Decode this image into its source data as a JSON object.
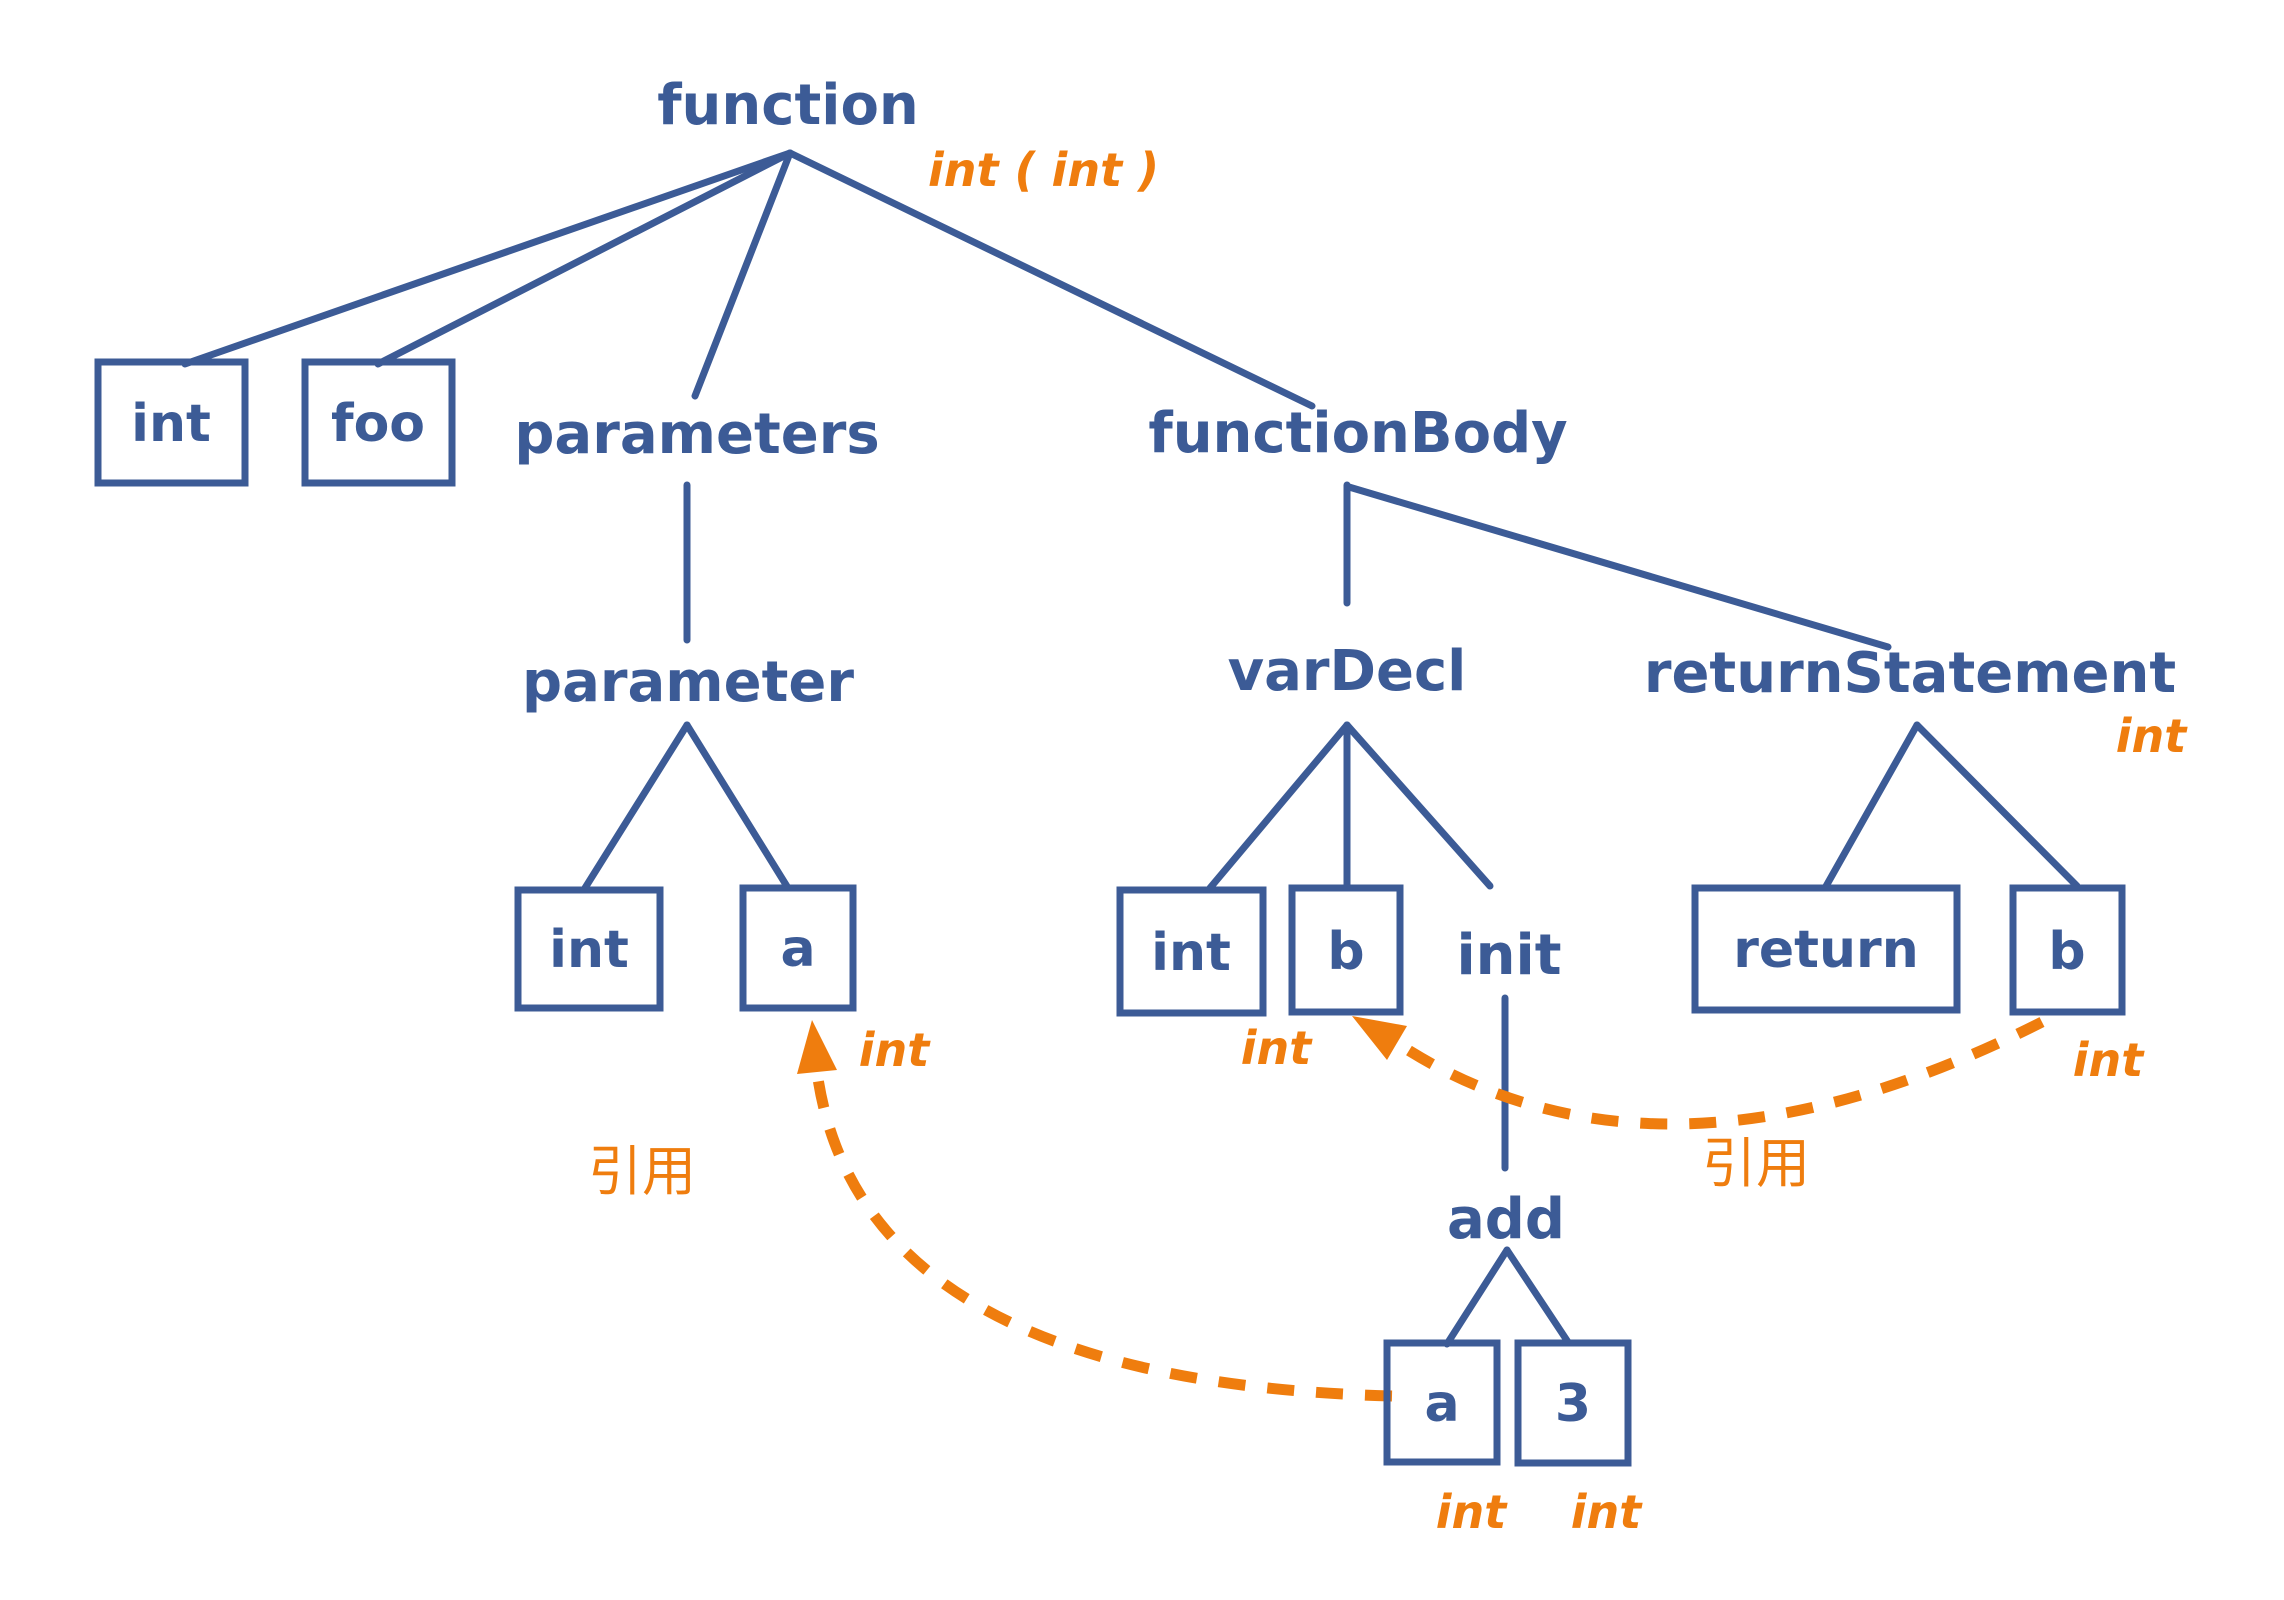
{
  "colors": {
    "node_blue": "#3c5b96",
    "accent_orange": "#ef7d0e"
  },
  "tree": {
    "function": {
      "label": "function",
      "type_annotation": "int ( int )"
    },
    "return_type_box": "int",
    "name_box": "foo",
    "parameters": {
      "label": "parameters",
      "parameter": {
        "label": "parameter",
        "type_box": "int",
        "name_box": "a",
        "name_type": "int"
      }
    },
    "function_body": {
      "label": "functionBody",
      "var_decl": {
        "label": "varDecl",
        "type_box": "int",
        "name_box": "b",
        "name_type": "int",
        "init": {
          "label": "init",
          "add": {
            "label": "add",
            "left_operand_box": "a",
            "left_operand_type": "int",
            "right_operand_box": "3",
            "right_operand_type": "int"
          }
        }
      },
      "return_statement": {
        "label": "returnStatement",
        "type_annotation": "int",
        "keyword_box": "return",
        "value_box": "b",
        "value_type": "int"
      }
    }
  },
  "references": {
    "a_reference_label": "引用",
    "b_reference_label": "引用"
  }
}
